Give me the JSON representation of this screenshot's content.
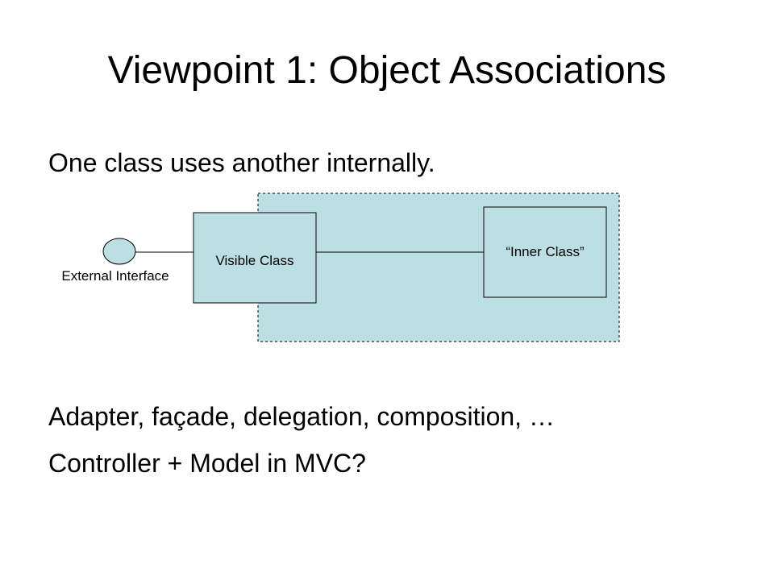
{
  "slide": {
    "title": "Viewpoint 1: Object Associations",
    "bullets": [
      "One class uses another internally.",
      "Adapter, façade, delegation, composition, …",
      "Controller + Model in MVC?"
    ]
  },
  "diagram": {
    "external_interface_label": "External Interface",
    "visible_class_label": "Visible Class",
    "inner_class_label": "“Inner Class”",
    "fill_color": "#bbdfe2",
    "stroke_color": "#000000"
  }
}
